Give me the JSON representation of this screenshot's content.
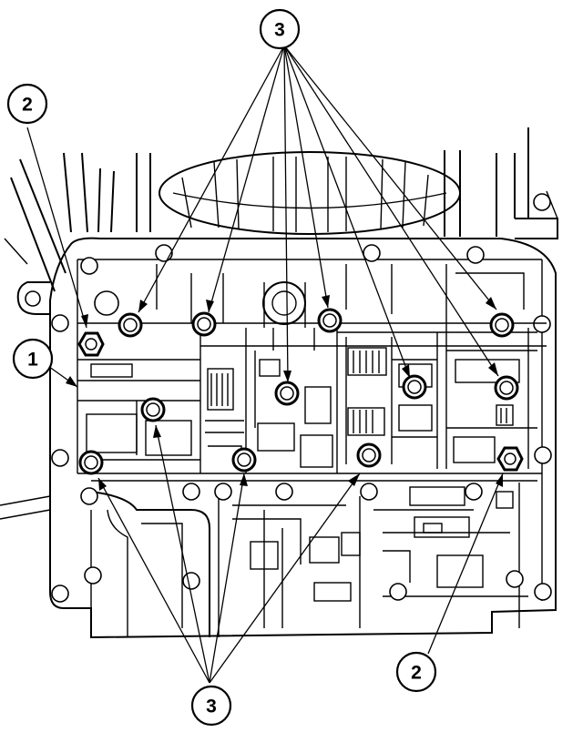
{
  "callouts": {
    "c1": "1",
    "c2_top": "2",
    "c2_bottom": "2",
    "c3_top": "3",
    "c3_bottom": "3"
  },
  "colors": {
    "ink": "#000000",
    "paper": "#ffffff"
  }
}
